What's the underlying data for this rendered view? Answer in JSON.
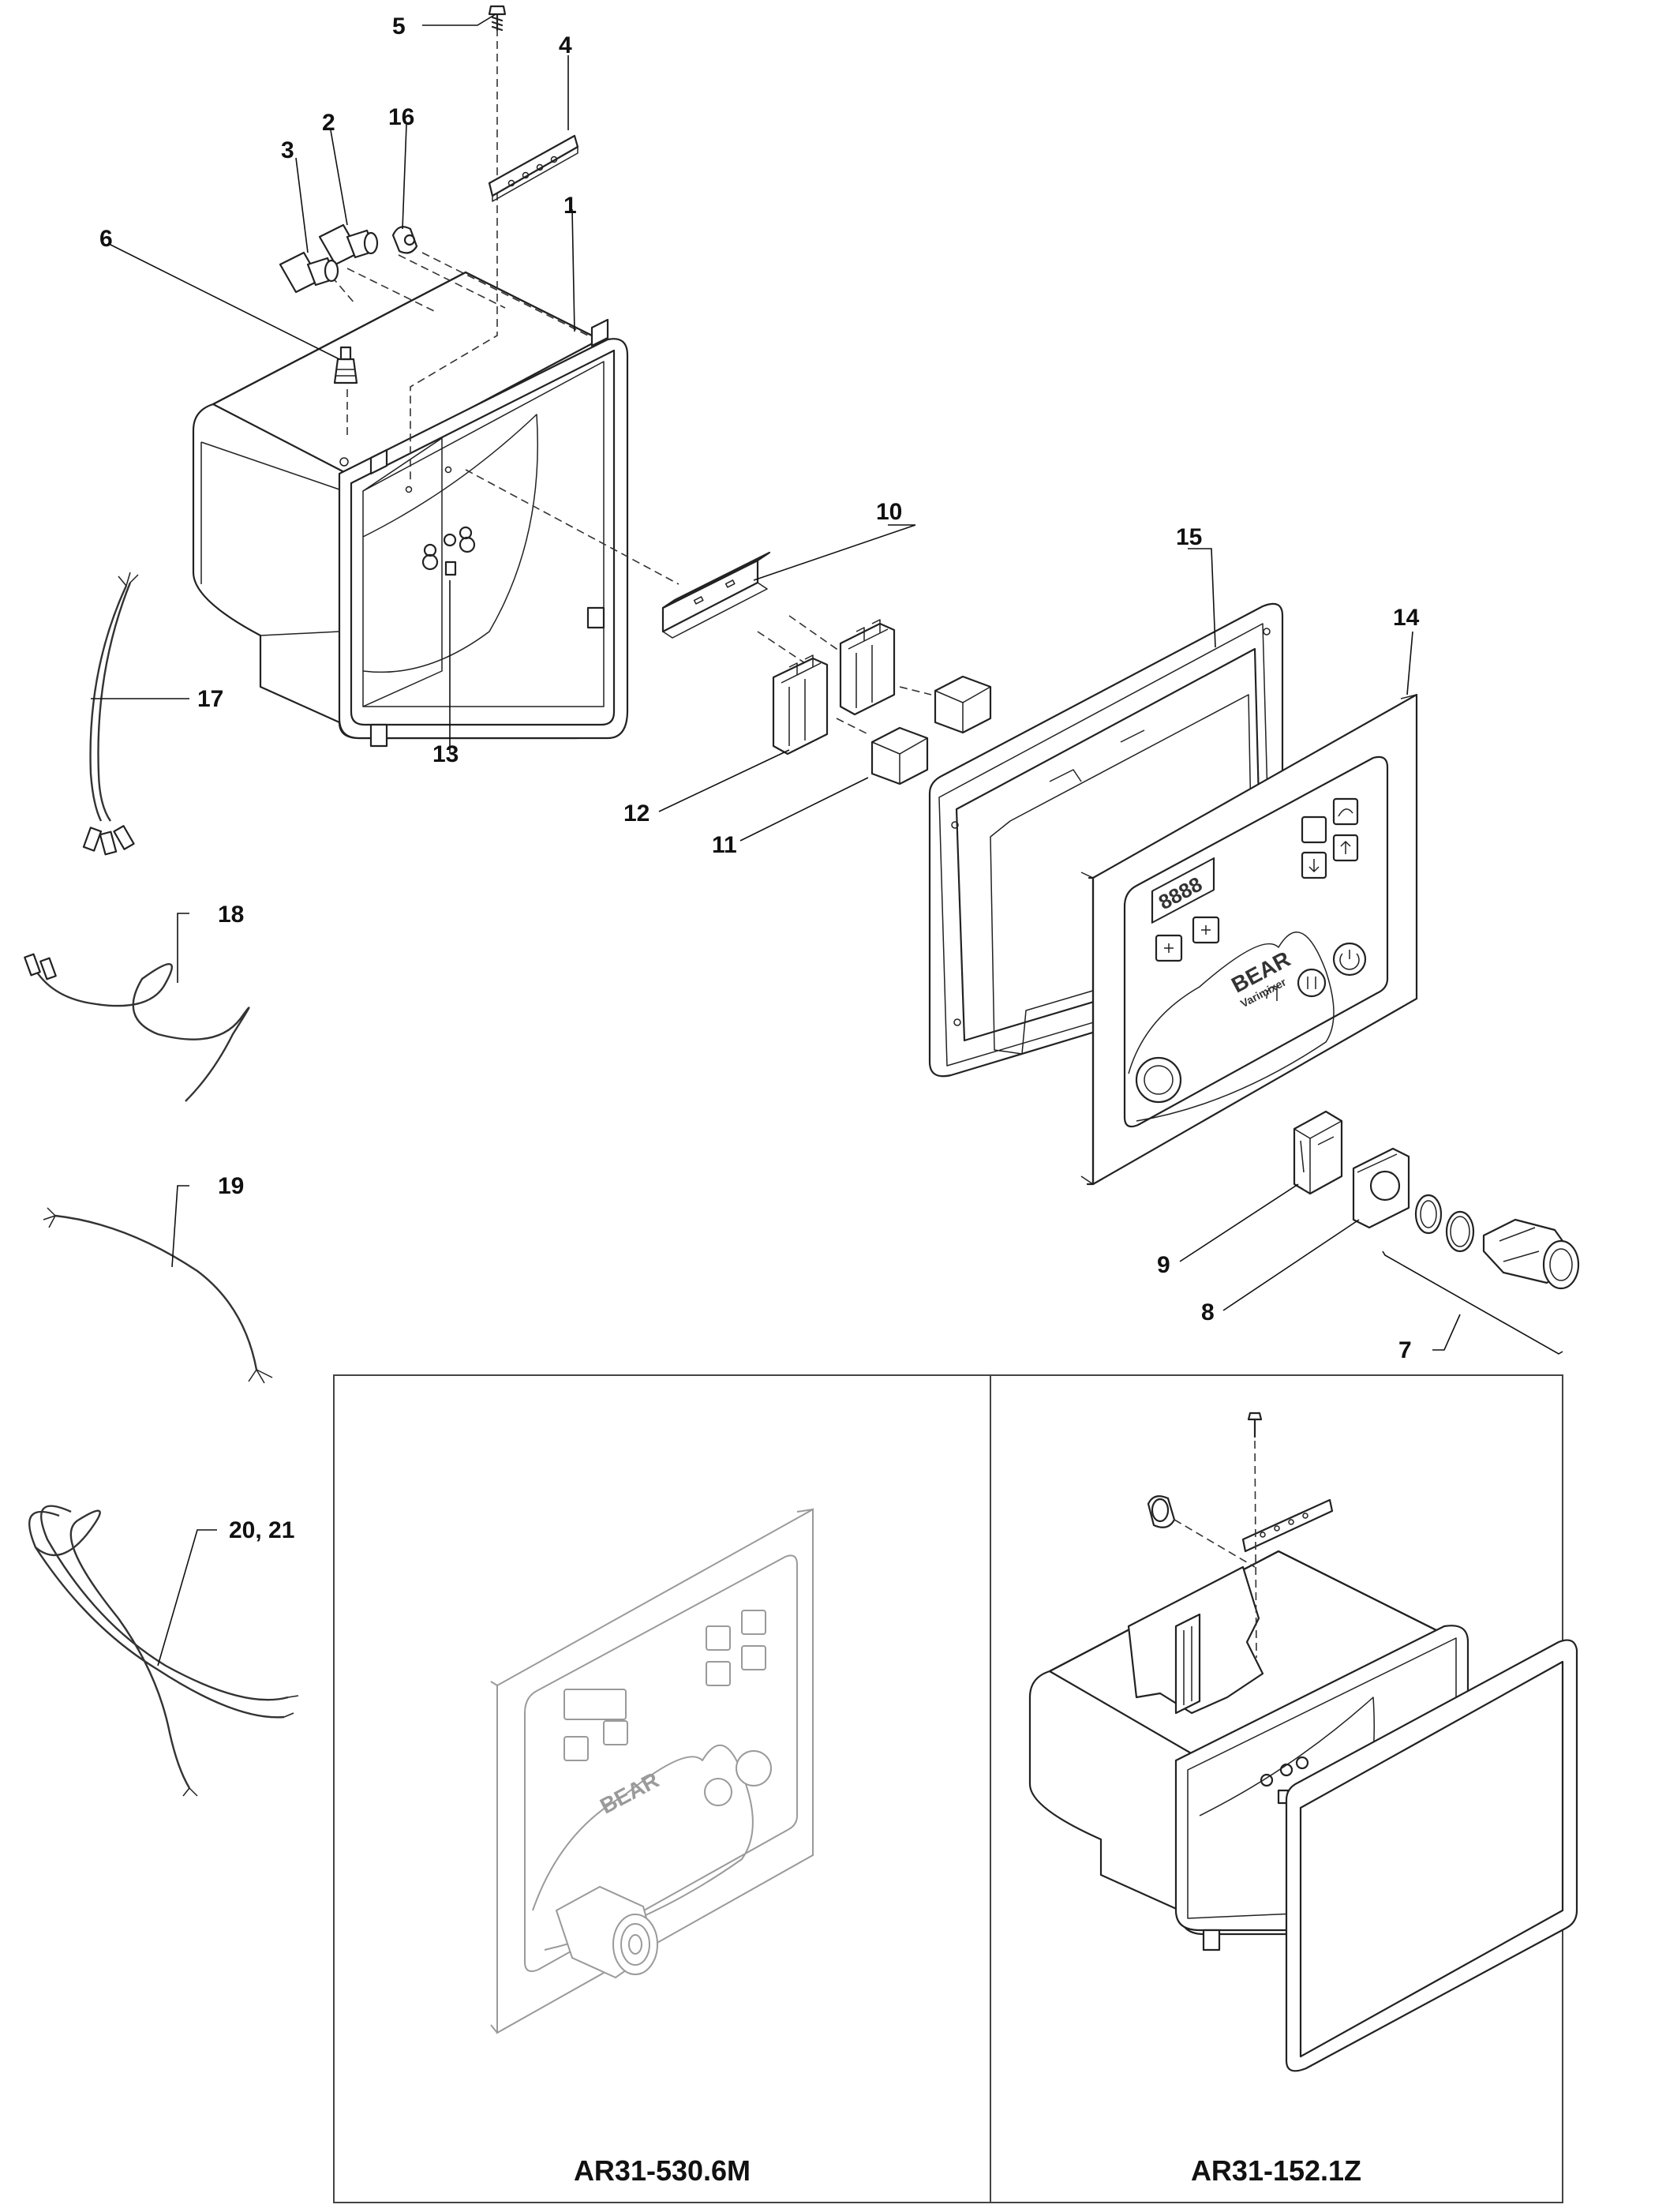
{
  "callouts": {
    "c1": "1",
    "c2": "2",
    "c3": "3",
    "c4": "4",
    "c5": "5",
    "c6": "6",
    "c7": "7",
    "c8": "8",
    "c9": "9",
    "c10": "10",
    "c11": "11",
    "c12": "12",
    "c13": "13",
    "c14": "14",
    "c15": "15",
    "c16": "16",
    "c17": "17",
    "c18": "18",
    "c19": "19",
    "c20": "20, 21"
  },
  "variants": {
    "left_caption": "AR31-530.6M",
    "right_caption": "AR31-152.1Z"
  },
  "panel": {
    "brand": "BEAR",
    "model": "Varimixer",
    "display_digits": "8888"
  },
  "colors": {
    "line": "#222222",
    "ghost_line": "#9a9a9a",
    "background": "#ffffff"
  }
}
